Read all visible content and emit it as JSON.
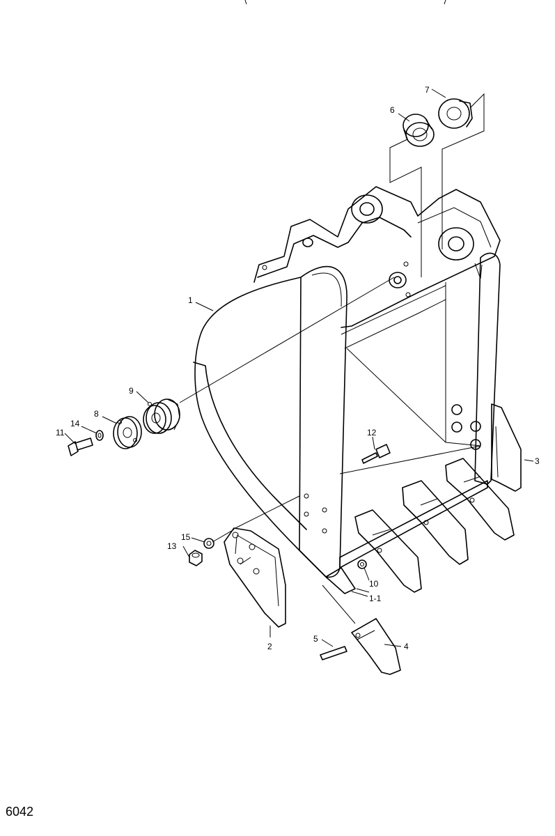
{
  "figure_number": "6042",
  "callouts": {
    "c1": "1",
    "c1_1": "1-1",
    "c2": "2",
    "c3": "3",
    "c4": "4",
    "c5": "5",
    "c6": "6",
    "c7": "7",
    "c8": "8",
    "c9": "9",
    "c10": "10",
    "c11": "11",
    "c12": "12",
    "c13": "13",
    "c14": "14",
    "c15": "15"
  }
}
